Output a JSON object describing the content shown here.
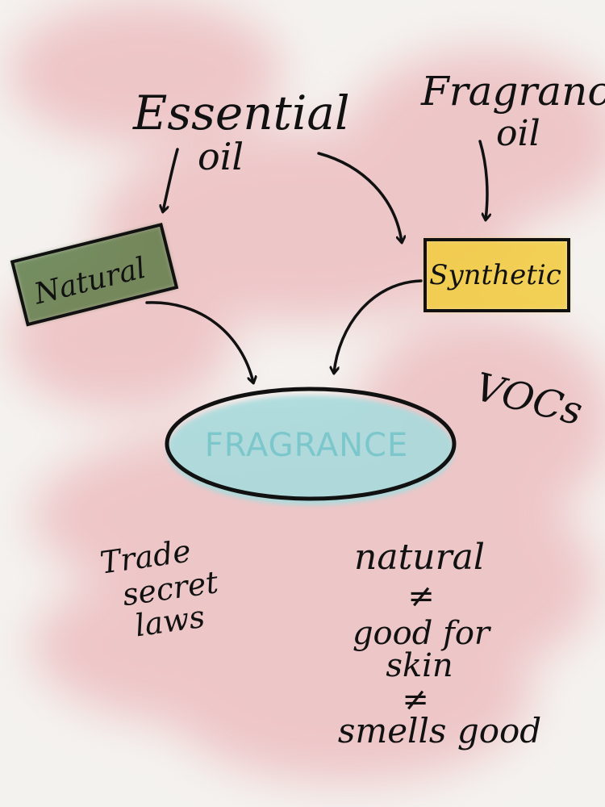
{
  "diagram": {
    "sources": {
      "essential_oil": [
        "Essential",
        "oil"
      ],
      "fragrance_oil": [
        "Fragrance",
        "oil"
      ]
    },
    "nodes": {
      "natural": "Natural",
      "synthetic": "Synthetic",
      "fragrance": "FRAGRANCE"
    },
    "notes": {
      "vocs": "VOCs",
      "trade_secret": [
        "Trade",
        "secret",
        "laws"
      ],
      "natural_chain": [
        "natural",
        "≠",
        "good for",
        "skin",
        "≠",
        "smells good"
      ]
    }
  },
  "colors": {
    "background": "#f4f2ef",
    "wash": "#e9a3a8",
    "ink": "#111111",
    "natural_fill": "#5f7d4a",
    "natural_text": "#2f4424",
    "synthetic_fill": "#f2cd45",
    "synthetic_text": "#e0a81e",
    "fragrance_fill": "#a9dbdd",
    "fragrance_text": "#7cc7cc"
  }
}
